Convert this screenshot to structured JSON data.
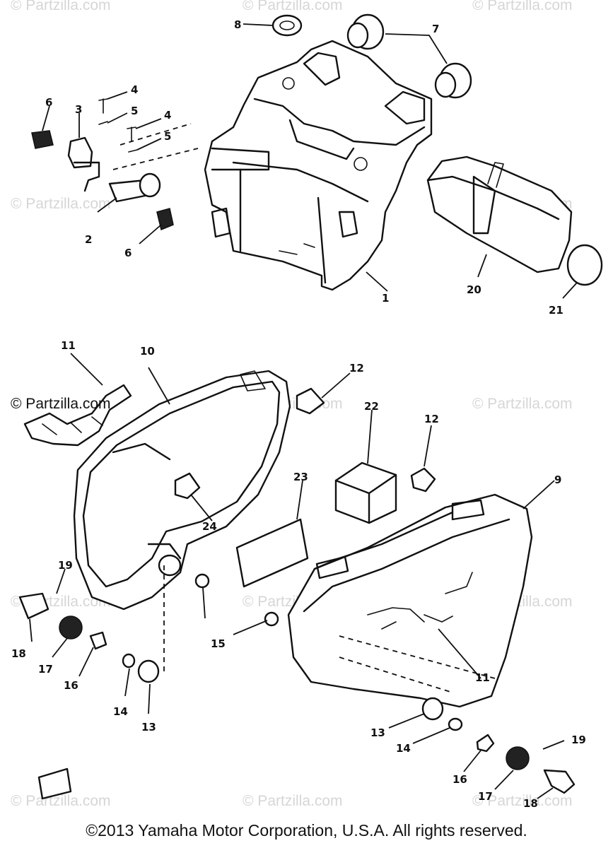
{
  "watermarks": {
    "text": "© Partzilla.com",
    "prominent": "© Partzilla.com"
  },
  "copyright": "©2013  Yamaha Motor Corporation, U.S.A. All rights reserved.",
  "callouts": {
    "c1": "1",
    "c2": "2",
    "c3": "3",
    "c4a": "4",
    "c4b": "4",
    "c5a": "5",
    "c5b": "5",
    "c6a": "6",
    "c6b": "6",
    "c7": "7",
    "c8": "8",
    "c9": "9",
    "c10": "10",
    "c11a": "11",
    "c11b": "11",
    "c12a": "12",
    "c12b": "12",
    "c13a": "13",
    "c13b": "13",
    "c14a": "14",
    "c14b": "14",
    "c15": "15",
    "c16a": "16",
    "c16b": "16",
    "c17a": "17",
    "c17b": "17",
    "c18a": "18",
    "c18b": "18",
    "c19a": "19",
    "c19b": "19",
    "c20": "20",
    "c21": "21",
    "c22": "22",
    "c23": "23",
    "c24": "24"
  }
}
